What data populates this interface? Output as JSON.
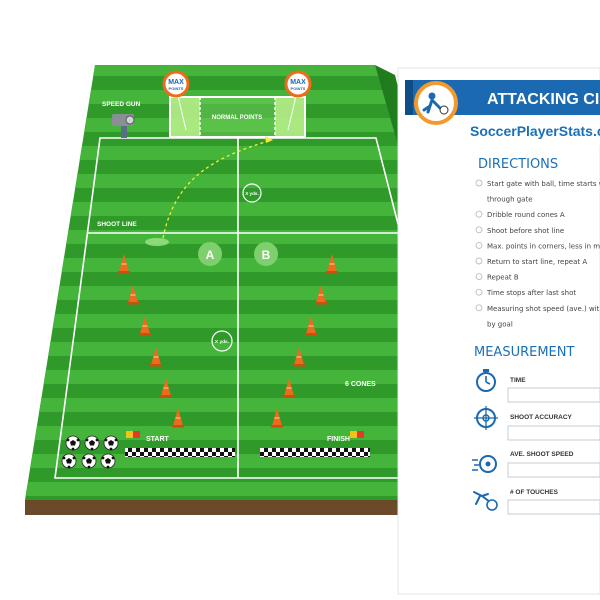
{
  "header": {
    "title": "ATTACKING CIR",
    "brand": "SoccerPlayerStats.c"
  },
  "directions": {
    "heading": "DIRECTIONS",
    "items": [
      "Start gate with ball, time starts w",
      "through gate",
      "Dribble round cones A",
      "Shoot before shot line",
      "Max. points in corners, less in mid",
      "Return to start line, repeat A",
      "Repeat B",
      "Time stops after last shot",
      "Measuring shot speed (ave.) with",
      "by goal"
    ]
  },
  "measurement": {
    "heading": "MEASUREMENT",
    "fields": [
      {
        "label": "TIME",
        "icon": "stopwatch-icon"
      },
      {
        "label": "SHOOT ACCURACY",
        "icon": "crosshair-icon"
      },
      {
        "label": "AVE. SHOOT SPEED",
        "icon": "ball-speed-icon"
      },
      {
        "label": "# OF TOUCHES",
        "icon": "dribble-icon"
      }
    ]
  },
  "field": {
    "max_points_top": "MAX",
    "max_points_bottom": "POINTS",
    "normal_points": "NORMAL POINTS",
    "speed_gun": "SPEED GUN",
    "shoot_line": "SHOOT LINE",
    "distance": "X yds.",
    "lane_a": "A",
    "lane_b": "B",
    "cones_label": "6 CONES",
    "start": "START",
    "finish": "FINISH"
  },
  "colors": {
    "grass_dark": "#2f9a2a",
    "grass_light": "#45b43a",
    "cone": "#f06a1c",
    "accent_blue": "#1b69b0",
    "heading_blue": "#1a70b8"
  }
}
